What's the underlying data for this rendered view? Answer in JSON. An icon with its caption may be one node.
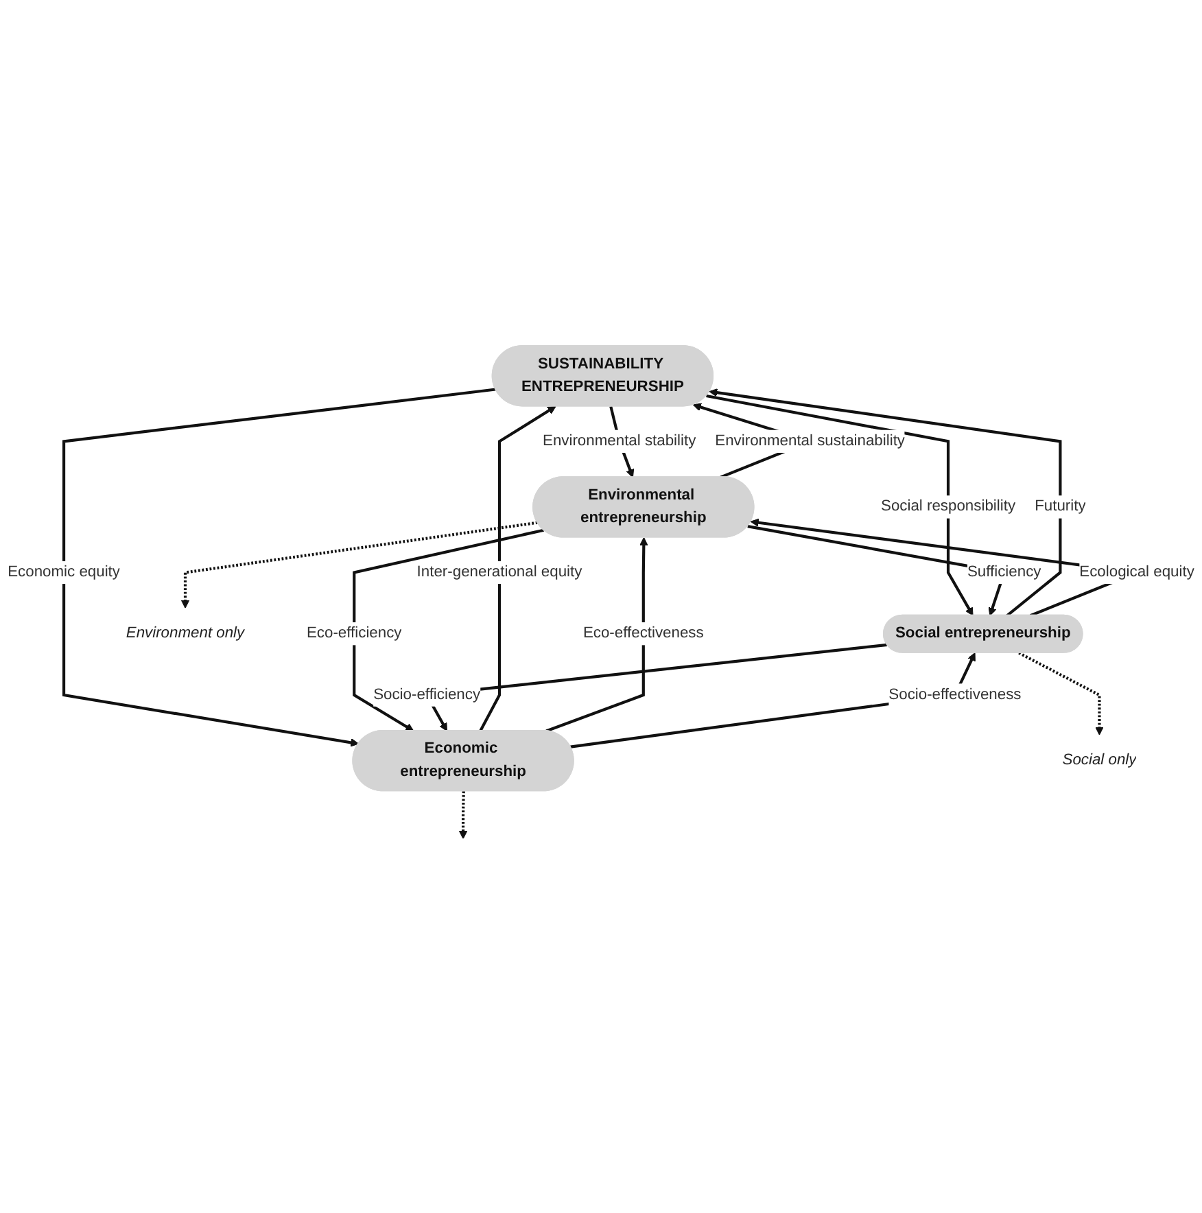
{
  "diagram": {
    "nodes": [
      {
        "text": [
          "SUSTAINABILITY ENTREPRENEURSHIP"
        ]
      },
      {
        "text": [
          "Environmental entrepreneurship"
        ]
      },
      {
        "text": [
          "Social entrepreneurship"
        ]
      },
      {
        "text": [
          "Economic entrepreneurship"
        ]
      },
      {
        "text": [
          "Environment only"
        ]
      },
      {
        "text": [
          "Social only"
        ]
      }
    ],
    "edges": [
      {
        "from": 0,
        "to": 1,
        "arrow": "to",
        "label": "Environmental stability"
      },
      {
        "from": 1,
        "to": 0,
        "arrow": "to",
        "label": "Environmental sustainability"
      },
      {
        "from": 0,
        "to": 3,
        "arrow": "to",
        "label": "Economic equity"
      },
      {
        "from": 3,
        "to": 0,
        "arrow": "to",
        "label": "Inter-generational equity"
      },
      {
        "from": 0,
        "to": 2,
        "arrow": "to",
        "label": "Social responsibility"
      },
      {
        "from": 2,
        "to": 0,
        "arrow": "to",
        "label": "Futurity"
      },
      {
        "from": 2,
        "to": 1,
        "arrow": "to",
        "label": "Ecological equity"
      },
      {
        "from": 1,
        "to": 2,
        "arrow": "to",
        "label": "Sufficiency"
      },
      {
        "from": 3,
        "to": 1,
        "arrow": "to",
        "label": "Eco-effectiveness"
      },
      {
        "from": 1,
        "to": 3,
        "arrow": "to",
        "label": "Eco-efficiency"
      },
      {
        "from": 3,
        "to": 2,
        "arrow": "to",
        "label": "Socio-effectiveness"
      },
      {
        "from": 2,
        "to": 3,
        "arrow": "to",
        "label": "Socio-efficiency"
      },
      {
        "from": 1,
        "to": 4,
        "arrow": "to",
        "style": "dashed"
      },
      {
        "from": 2,
        "to": 5,
        "arrow": "to",
        "style": "dashed"
      },
      {
        "from": 3,
        "to": null,
        "arrow": "to",
        "style": "dashed"
      }
    ]
  }
}
